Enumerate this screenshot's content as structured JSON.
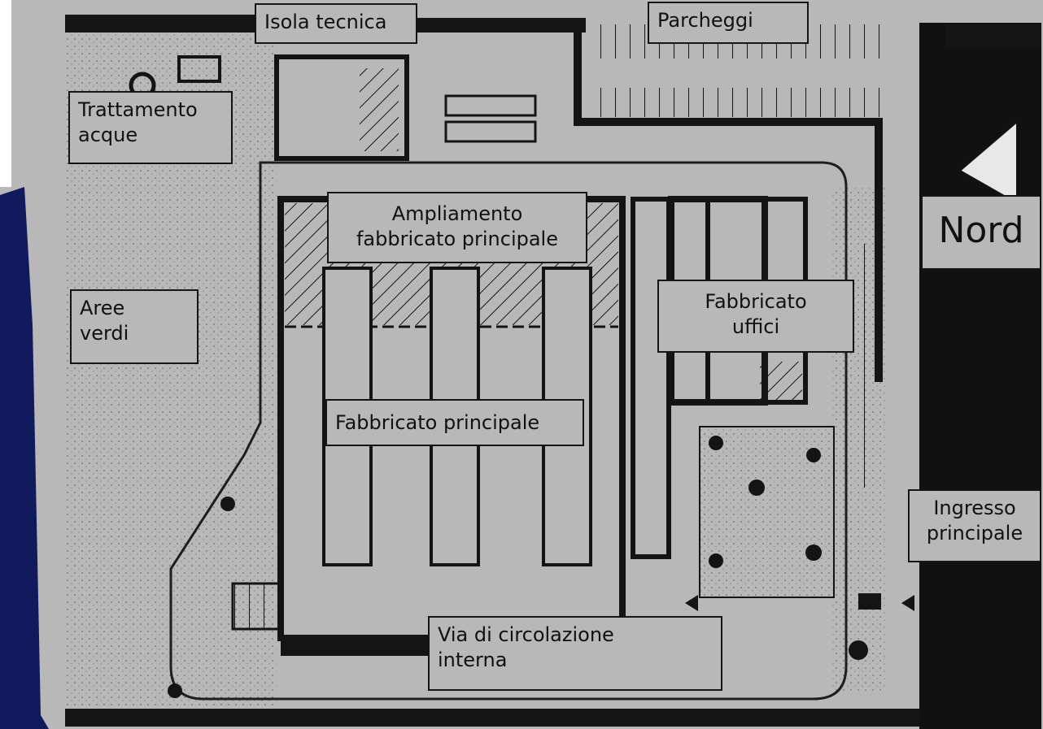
{
  "colors": {
    "background": "#b8b8b8",
    "ink": "#141414",
    "road": "#111111",
    "water_edge": "#121a5e",
    "label_fill": "#b8b8b8"
  },
  "labels": {
    "isola_tecnica": "Isola tecnica",
    "parcheggi": "Parcheggi",
    "trattamento_acque": "Trattamento\nacque",
    "ampliamento": "Ampliamento\nfabbricato principale",
    "nord": "Nord",
    "aree_verdi": "Aree\nverdi",
    "fabbricato_uffici": "Fabbricato\nuffici",
    "fabbricato_principale": "Fabbricato principale",
    "ingresso_principale": "Ingresso\nprincipale",
    "via_circolazione": "Via di circolazione\ninterna"
  },
  "icons": {
    "north_arrow": "north-arrow-icon",
    "entrance_arrow": "arrow-left-icon",
    "trees": "tree-icon"
  }
}
